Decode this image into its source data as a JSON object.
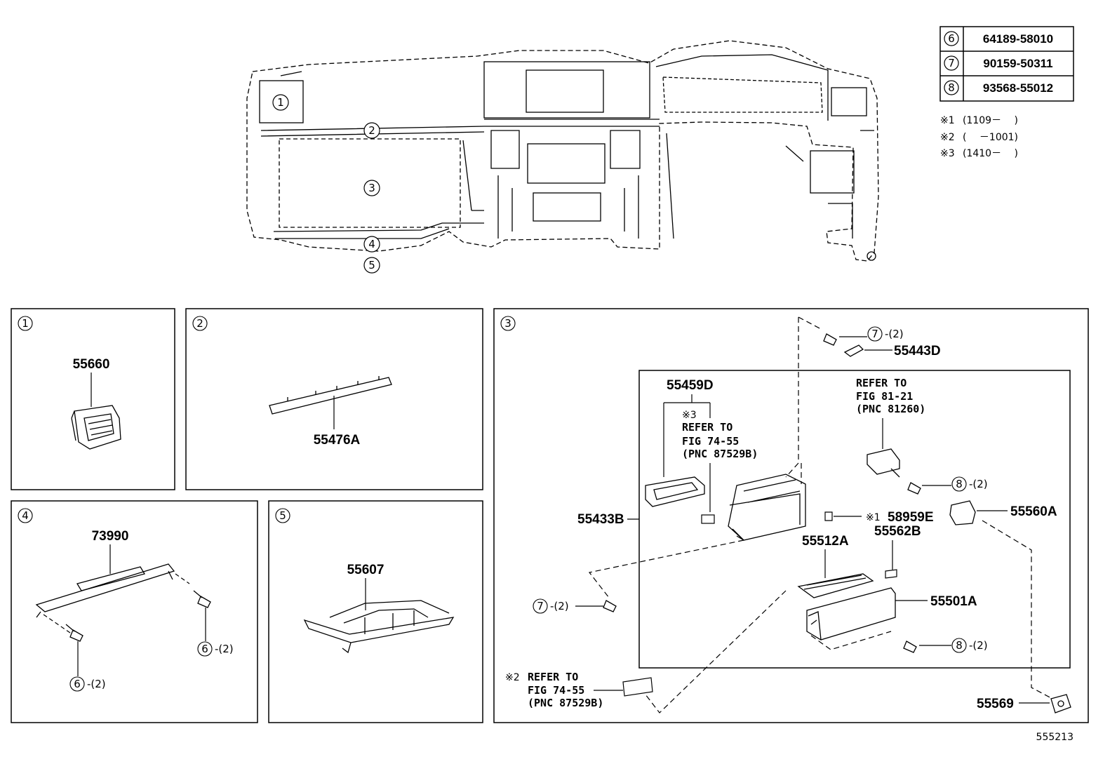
{
  "legend_table": [
    {
      "ref": "6",
      "part": "64189-58010"
    },
    {
      "ref": "7",
      "part": "90159-50311"
    },
    {
      "ref": "8",
      "part": "93568-55012"
    }
  ],
  "notes": [
    {
      "mark": "※1",
      "text": "(1109－　 )"
    },
    {
      "mark": "※2",
      "text": "(　 －1001)"
    },
    {
      "mark": "※3",
      "text": "(1410－　 )"
    }
  ],
  "overview_callouts": [
    "1",
    "2",
    "3",
    "4",
    "5"
  ],
  "panels": {
    "p1": {
      "ref": "1",
      "part": "55660"
    },
    "p2": {
      "ref": "2",
      "part": "55476A"
    },
    "p4": {
      "ref": "4",
      "part": "73990",
      "screw_a": "6",
      "qty_a": "-(2)",
      "screw_b": "6",
      "qty_b": "-(2)"
    },
    "p5": {
      "ref": "5",
      "part": "55607"
    },
    "p3": {
      "ref": "3",
      "screw7_top": {
        "ref": "7",
        "qty": "-(2)"
      },
      "part_55443D": "55443D",
      "part_55459D": "55459D",
      "note3_mark": "※3",
      "refer1": [
        "REFER TO",
        "FIG 74-55",
        "(PNC 87529B)"
      ],
      "refer2": [
        "REFER TO",
        "FIG 81-21",
        "(PNC 81260)"
      ],
      "part_55433B": "55433B",
      "note1_mark": "※1",
      "part_58959E": "58959E",
      "screw8_mid": {
        "ref": "8",
        "qty": "-(2)"
      },
      "part_55560A": "55560A",
      "part_55512A": "55512A",
      "part_55562B": "55562B",
      "screw7_left": {
        "ref": "7",
        "qty": "-(2)"
      },
      "part_55501A": "55501A",
      "screw8_low": {
        "ref": "8",
        "qty": "-(2)"
      },
      "note2_mark": "※2",
      "refer3": [
        "REFER TO",
        "FIG 74-55",
        "(PNC 87529B)"
      ],
      "part_55569": "55569"
    }
  },
  "figure_id": "555213"
}
